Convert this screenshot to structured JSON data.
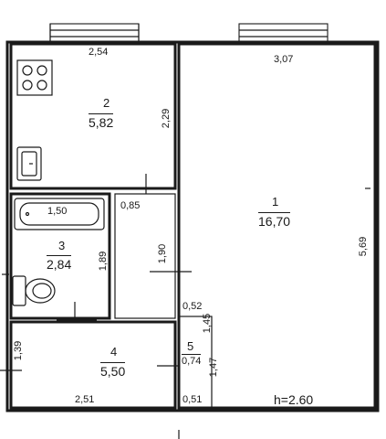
{
  "rooms": [
    {
      "id": "room-2",
      "number": "2",
      "area": "5,82"
    },
    {
      "id": "room-3",
      "number": "3",
      "area": "2,84"
    },
    {
      "id": "room-4",
      "number": "4",
      "area": "5,50"
    },
    {
      "id": "room-5",
      "number": "5",
      "area": "0,74"
    },
    {
      "id": "room-1",
      "number": "1",
      "area": "16,70"
    }
  ],
  "dimensions": {
    "kitchen_width": "2,54",
    "kitchen_height": "2,29",
    "room1_width": "3,07",
    "room1_height": "5,69",
    "bath_length": "1,50",
    "bathroom_height": "1,89",
    "corridor_width": "0,85",
    "corridor_height": "1,90",
    "closet_width_top": "0,52",
    "closet_height": "1,45",
    "closet_width_bottom": "0,51",
    "closet_depth": "1,47",
    "hall_height": "1,39",
    "hall_width": "2,51"
  },
  "ceiling_height": "h=2.60"
}
